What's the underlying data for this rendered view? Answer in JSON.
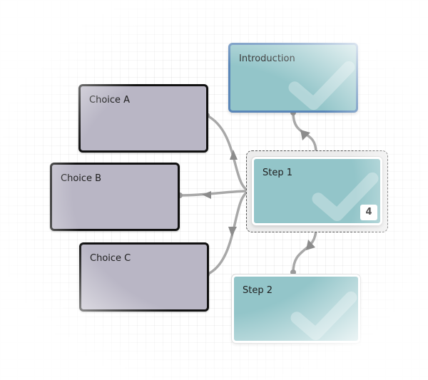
{
  "nodes": {
    "introduction": {
      "label": "Introduction"
    },
    "step1": {
      "label": "Step 1",
      "badge": "4"
    },
    "step2": {
      "label": "Step 2"
    },
    "choice_a": {
      "label": "Choice A"
    },
    "choice_b": {
      "label": "Choice B"
    },
    "choice_c": {
      "label": "Choice C"
    }
  },
  "icons": {
    "node_status": "checkmark-icon",
    "connection_arrow": "arrow-icon"
  },
  "colors": {
    "choice_fill": "#b9b6c5",
    "choice_border": "#111111",
    "step_fill": "#93c5c9",
    "selected_border": "#5a86b8",
    "connector": "#a8a8a8"
  }
}
